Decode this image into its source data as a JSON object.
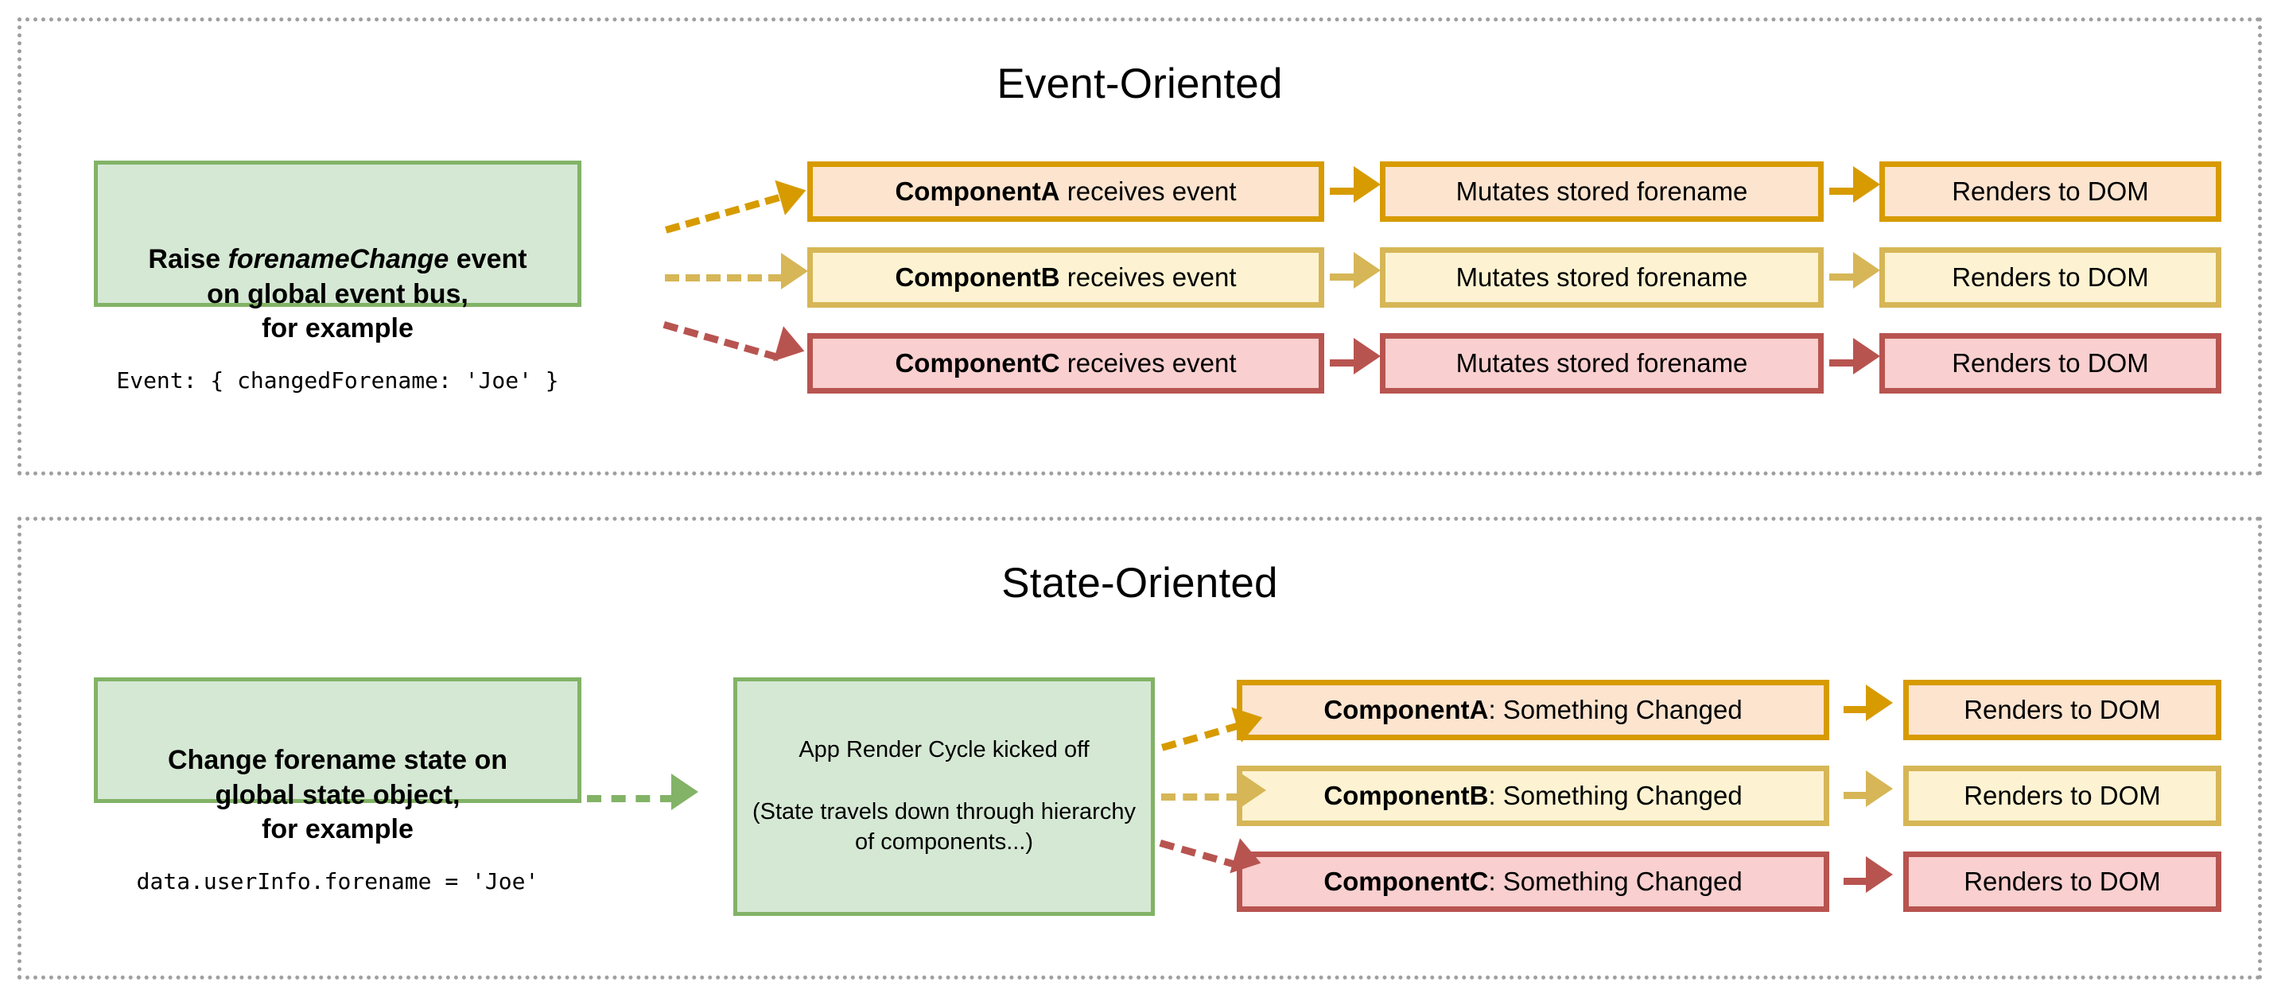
{
  "sections": [
    {
      "id": "event",
      "title": "Event-Oriented",
      "source": {
        "line1_pre": "Raise ",
        "line1_em": "forenameChange",
        "line1_post": " event",
        "line2": "on global event bus,",
        "line3": "for example",
        "code": "Event: { changedForename: 'Joe' }"
      },
      "rows": [
        {
          "color": "orange",
          "accent": "#d79b00",
          "fill": "#fce4cf",
          "stage1_bold": "ComponentA",
          "stage1_rest": " receives event",
          "stage2": "Mutates stored forename",
          "stage3": "Renders to DOM"
        },
        {
          "color": "yellow",
          "accent": "#d6b656",
          "fill": "#fdf3d2",
          "stage1_bold": "ComponentB",
          "stage1_rest": " receives event",
          "stage2": "Mutates stored forename",
          "stage3": "Renders to DOM"
        },
        {
          "color": "red",
          "accent": "#b85450",
          "fill": "#f9cfcf",
          "stage1_bold": "ComponentC",
          "stage1_rest": " receives event",
          "stage2": "Mutates stored forename",
          "stage3": "Renders to DOM"
        }
      ]
    },
    {
      "id": "state",
      "title": "State-Oriented",
      "source": {
        "line1": "Change forename state on",
        "line2": "global state object,",
        "line3": "for example",
        "code": "data.userInfo.forename = 'Joe'"
      },
      "render_cycle": {
        "line1": "App Render Cycle kicked off",
        "line2": "(State travels down through hierarchy of components...)"
      },
      "rows": [
        {
          "color": "orange",
          "accent": "#d79b00",
          "fill": "#fce4cf",
          "stage1_bold": "ComponentA",
          "stage1_rest": ": Something Changed",
          "stage2": "Renders to DOM"
        },
        {
          "color": "yellow",
          "accent": "#d6b656",
          "fill": "#fdf3d2",
          "stage1_bold": "ComponentB",
          "stage1_rest": ": Something Changed",
          "stage2": "Renders to DOM"
        },
        {
          "color": "red",
          "accent": "#b85450",
          "fill": "#f9cfcf",
          "stage1_bold": "ComponentC",
          "stage1_rest": ": Something Changed",
          "stage2": "Renders to DOM"
        }
      ]
    }
  ],
  "palette": {
    "green_fill": "#d5e8d4",
    "green_border": "#82b366",
    "orange_fill": "#fce4cf",
    "orange_border": "#d79b00",
    "yellow_fill": "#fdf3d2",
    "yellow_border": "#d6b656",
    "red_fill": "#f9cfcf",
    "red_border": "#b85450",
    "frame_border": "#9f9f9f"
  }
}
